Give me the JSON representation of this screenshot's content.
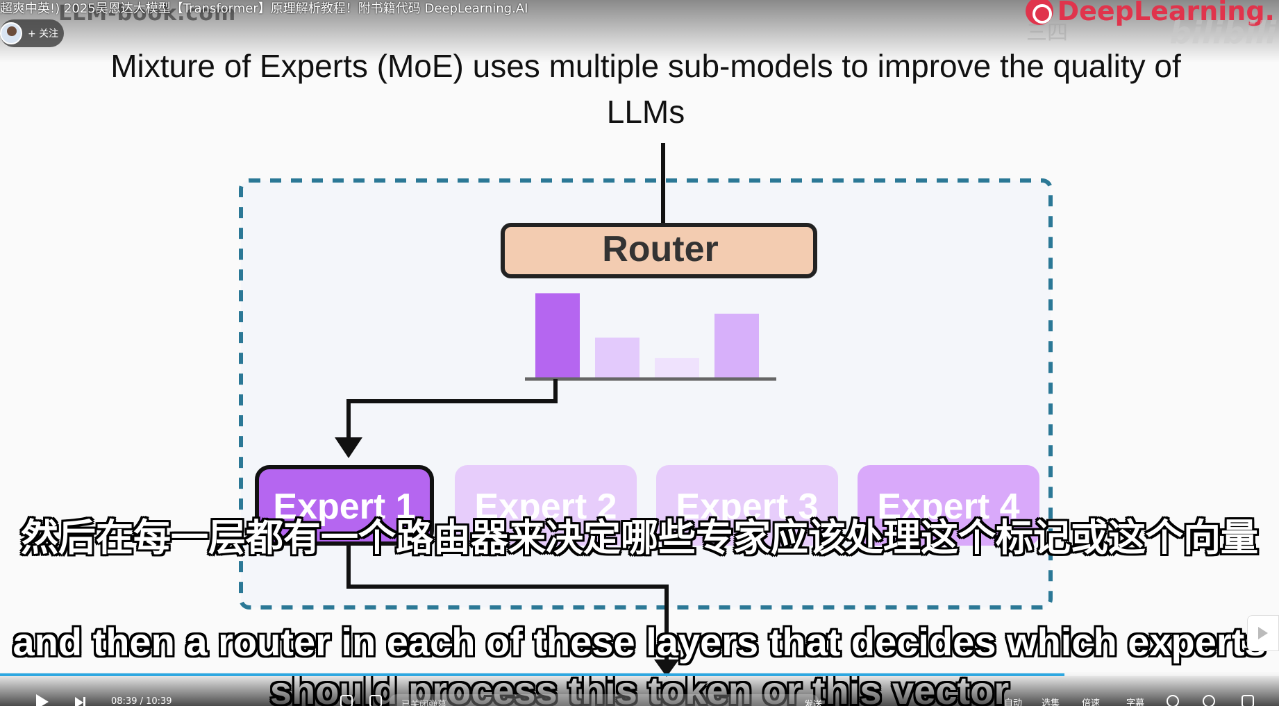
{
  "video": {
    "title": "超爽中英!) 2025吴恩达大模型【Transformer】原理解析教程！附书籍代码 DeepLearning.AI",
    "watermark": "LLM-book.com",
    "brand": "DeepLearning.",
    "platform_mark": "bilibili",
    "follow_label": "+ 关注"
  },
  "slide": {
    "title": "Mixture of Experts (MoE) uses multiple sub-models to improve the quality of LLMs",
    "router_label": "Router",
    "experts": [
      {
        "label": "Expert 1",
        "selected": true
      },
      {
        "label": "Expert 2",
        "selected": false
      },
      {
        "label": "Expert 3",
        "selected": false
      },
      {
        "label": "Expert 4",
        "selected": false
      }
    ],
    "router_scores": [
      0.95,
      0.45,
      0.22,
      0.72
    ],
    "colors": {
      "router_fill": "#f3ccb1",
      "selected_expert": "#b566f0",
      "dashed_border": "#2b7896",
      "panel_bg": "#f4f6fa"
    }
  },
  "subtitles": {
    "chinese": "然后在每一层都有一个路由器来决定哪些专家应该处理这个标记或这个向量",
    "english": "and then a router in each of these layers that decides which experts should process this token or this vector"
  },
  "player": {
    "time": "08:39 / 10:39",
    "progress": 0.832,
    "danmaku_placeholder": "已关闭弹幕",
    "send_label": "发送",
    "auto_label": "自动",
    "episodes_label": "选集",
    "speed_label": "倍速",
    "hd_label": "字幕",
    "icons": [
      "play-icon",
      "next-icon",
      "danmaku-toggle-icon",
      "danmaku-settings-icon",
      "subtitle-icon",
      "volume-icon",
      "settings-icon",
      "pip-icon"
    ]
  }
}
